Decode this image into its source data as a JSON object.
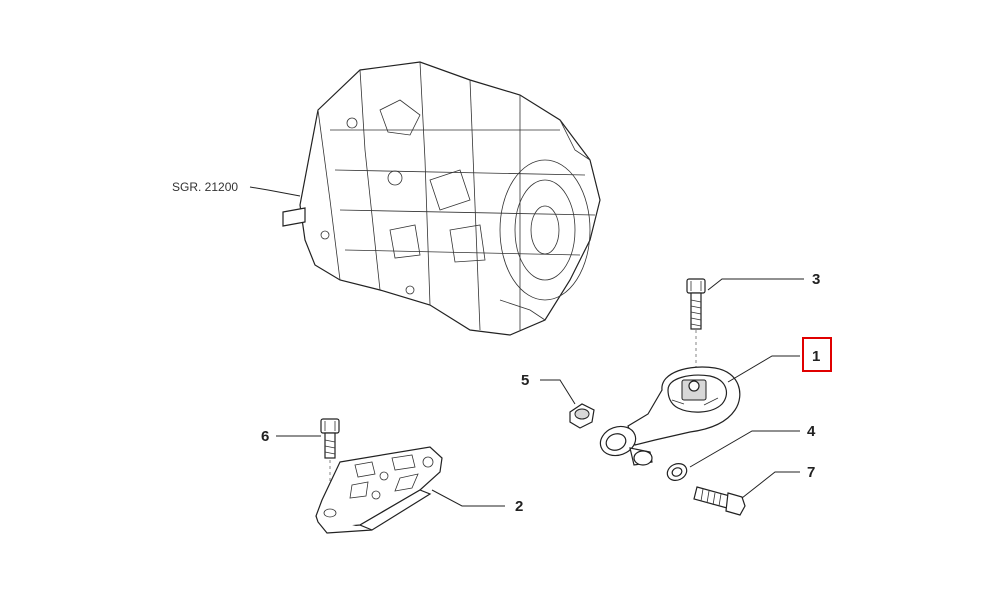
{
  "reference_label": "SGR. 21200",
  "callouts": [
    {
      "id": "1",
      "label": "1",
      "highlighted": true
    },
    {
      "id": "2",
      "label": "2",
      "highlighted": false
    },
    {
      "id": "3",
      "label": "3",
      "highlighted": false
    },
    {
      "id": "4",
      "label": "4",
      "highlighted": false
    },
    {
      "id": "5",
      "label": "5",
      "highlighted": false
    },
    {
      "id": "6",
      "label": "6",
      "highlighted": false
    },
    {
      "id": "7",
      "label": "7",
      "highlighted": false
    }
  ],
  "colors": {
    "highlight_box": "#e00000",
    "line": "#222222",
    "background": "#ffffff"
  }
}
